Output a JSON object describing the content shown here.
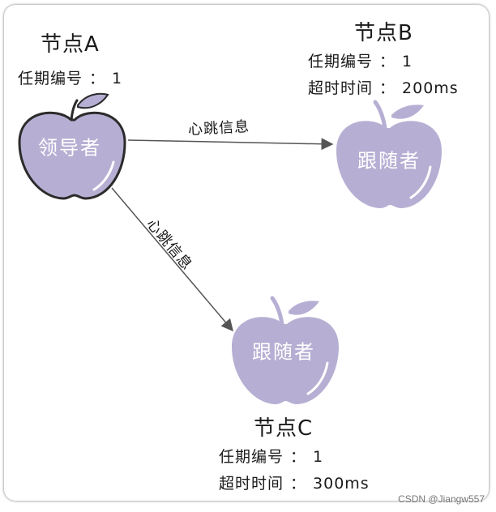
{
  "nodes": {
    "a": {
      "title": "节点A",
      "term_key": "任期编号",
      "term_value": "1",
      "role": "领导者"
    },
    "b": {
      "title": "节点B",
      "term_key": "任期编号",
      "term_value": "1",
      "timeout_key": "超时时间",
      "timeout_value": "200ms",
      "role": "跟随者"
    },
    "c": {
      "title": "节点C",
      "term_key": "任期编号",
      "term_value": "1",
      "timeout_key": "超时时间",
      "timeout_value": "300ms",
      "role": "跟随者"
    }
  },
  "edges": {
    "ab": {
      "label": "心跳信息"
    },
    "ac": {
      "label": "心跳信息"
    }
  },
  "separator": "：",
  "colors": {
    "apple": "#b7afd3",
    "leaf": "#b7afd3",
    "outline": "#2b2b2b",
    "arrow": "#555555"
  },
  "watermark": "CSDN @Jiangw557"
}
